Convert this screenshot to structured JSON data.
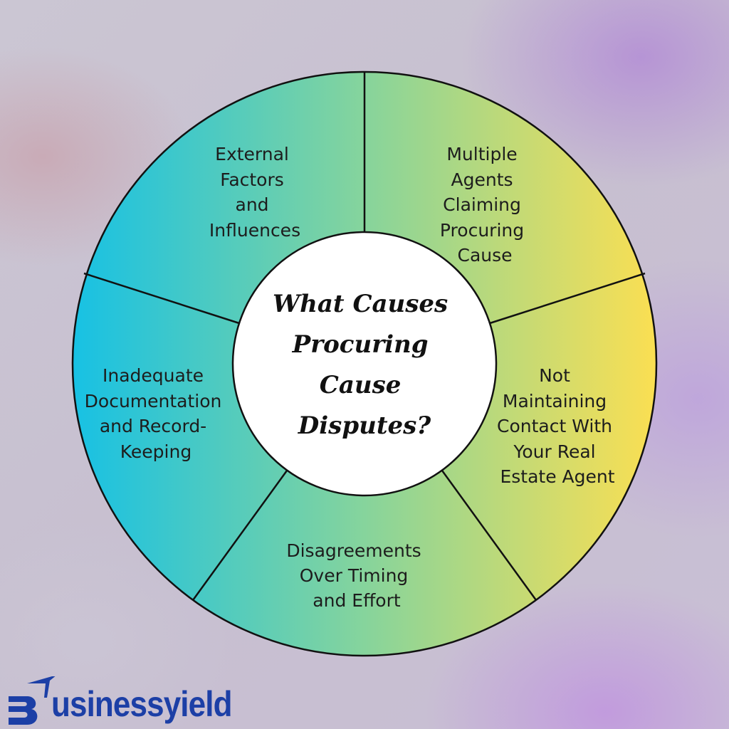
{
  "title_lines": [
    "What Causes",
    "Procuring",
    "Cause",
    "Disputes?"
  ],
  "segments": [
    {
      "lines": [
        "External",
        "Factors",
        "and",
        "Influences"
      ]
    },
    {
      "lines": [
        "Multiple",
        "Agents",
        "Claiming",
        "Procuring",
        "Cause"
      ]
    },
    {
      "lines": [
        "Not",
        "Maintaining",
        "Contact With",
        "Your Real",
        "Estate Agent"
      ]
    },
    {
      "lines": [
        "Disagreements",
        "Over Timing",
        "and Effort"
      ]
    },
    {
      "lines": [
        "Inadequate",
        "Documentation",
        "and Record-",
        "Keeping"
      ]
    }
  ],
  "logo": {
    "text": "usinessyield",
    "full": "Businessyield"
  },
  "colors": {
    "cyan": "#1cc3e2",
    "green": "#8fd59b",
    "yellow": "#fadf55",
    "brand": "#1c3fa6"
  }
}
